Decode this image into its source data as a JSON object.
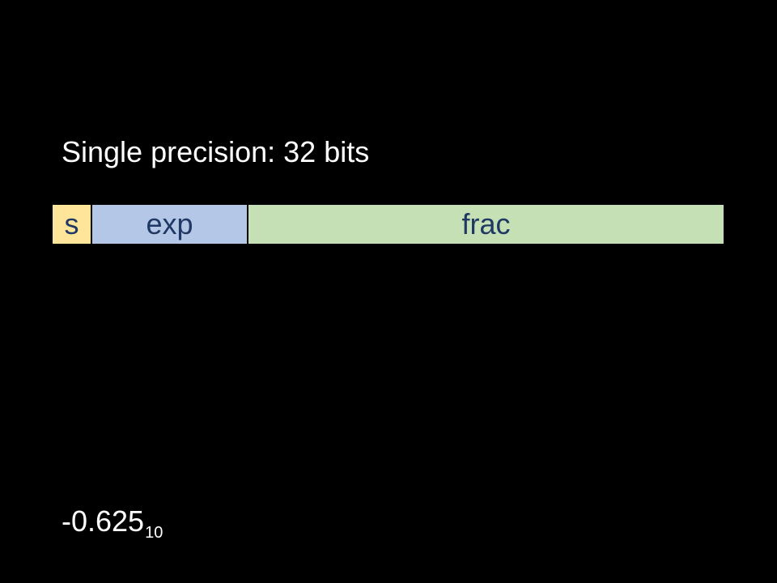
{
  "slide": {
    "title": "Single precision: 32 bits",
    "fields": [
      {
        "label": "s",
        "color": "#ffe599"
      },
      {
        "label": "exp",
        "color": "#b4c7e7"
      },
      {
        "label": "frac",
        "color": "#c5e0b4"
      }
    ],
    "value": {
      "number": "-0.625",
      "base": "10"
    }
  }
}
